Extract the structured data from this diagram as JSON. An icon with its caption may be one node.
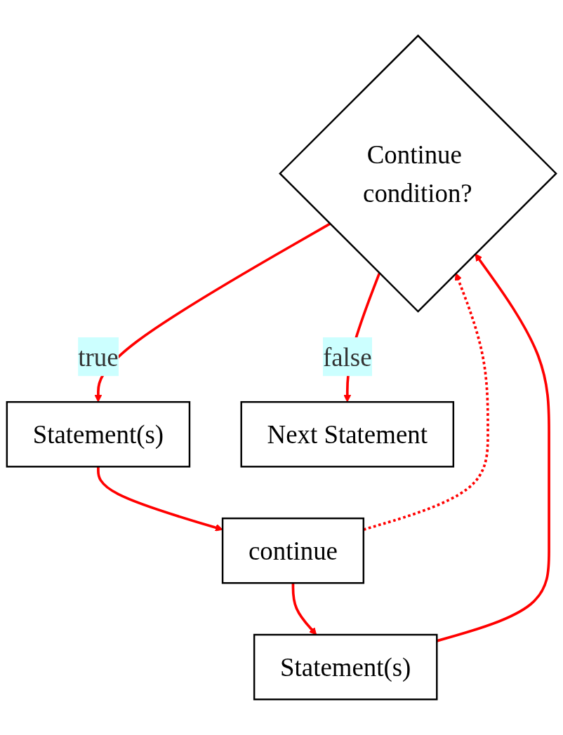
{
  "diagram": {
    "nodes": [
      {
        "text": [
          "Continue condition?"
        ]
      },
      {
        "text": [
          "Statement(s)"
        ]
      },
      {
        "text": [
          "continue"
        ]
      },
      {
        "text": [
          "Statement(s)"
        ]
      },
      {
        "text": [
          "Next Statement"
        ]
      }
    ],
    "edges": [
      {
        "from": 0,
        "to": 1,
        "arrow": "to",
        "label": "true"
      },
      {
        "from": 1,
        "to": 2,
        "arrow": "to"
      },
      {
        "from": 2,
        "to": 0,
        "arrow": "to",
        "style": "dashed"
      },
      {
        "from": 2,
        "to": 3,
        "arrow": "to"
      },
      {
        "from": 3,
        "to": 0,
        "arrow": "to"
      },
      {
        "from": 0,
        "to": 4,
        "arrow": "to",
        "label": "false"
      }
    ]
  }
}
